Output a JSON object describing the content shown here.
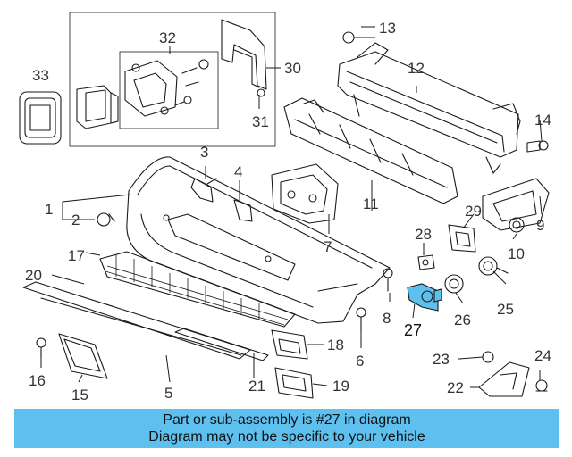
{
  "diagram": {
    "highlight_color": "#5ec0ef",
    "callouts": [
      {
        "id": "1",
        "label": "1"
      },
      {
        "id": "2",
        "label": "2"
      },
      {
        "id": "3",
        "label": "3"
      },
      {
        "id": "4",
        "label": "4"
      },
      {
        "id": "5",
        "label": "5"
      },
      {
        "id": "6",
        "label": "6"
      },
      {
        "id": "7",
        "label": "7"
      },
      {
        "id": "8",
        "label": "8"
      },
      {
        "id": "9",
        "label": "9"
      },
      {
        "id": "10",
        "label": "10"
      },
      {
        "id": "11",
        "label": "11"
      },
      {
        "id": "12",
        "label": "12"
      },
      {
        "id": "13",
        "label": "13"
      },
      {
        "id": "14",
        "label": "14"
      },
      {
        "id": "15",
        "label": "15"
      },
      {
        "id": "16",
        "label": "16"
      },
      {
        "id": "17",
        "label": "17"
      },
      {
        "id": "18",
        "label": "18"
      },
      {
        "id": "19",
        "label": "19"
      },
      {
        "id": "20",
        "label": "20"
      },
      {
        "id": "21",
        "label": "21"
      },
      {
        "id": "22",
        "label": "22"
      },
      {
        "id": "23",
        "label": "23"
      },
      {
        "id": "24",
        "label": "24"
      },
      {
        "id": "25",
        "label": "25"
      },
      {
        "id": "26",
        "label": "26"
      },
      {
        "id": "27",
        "label": "27"
      },
      {
        "id": "28",
        "label": "28"
      },
      {
        "id": "29",
        "label": "29"
      },
      {
        "id": "30",
        "label": "30"
      },
      {
        "id": "31",
        "label": "31"
      },
      {
        "id": "32",
        "label": "32"
      },
      {
        "id": "33",
        "label": "33"
      }
    ]
  },
  "banner": {
    "background": "#5ec0ef",
    "line1": "Part or sub-assembly is #27 in diagram",
    "line2": "Diagram may not be specific to your vehicle"
  }
}
